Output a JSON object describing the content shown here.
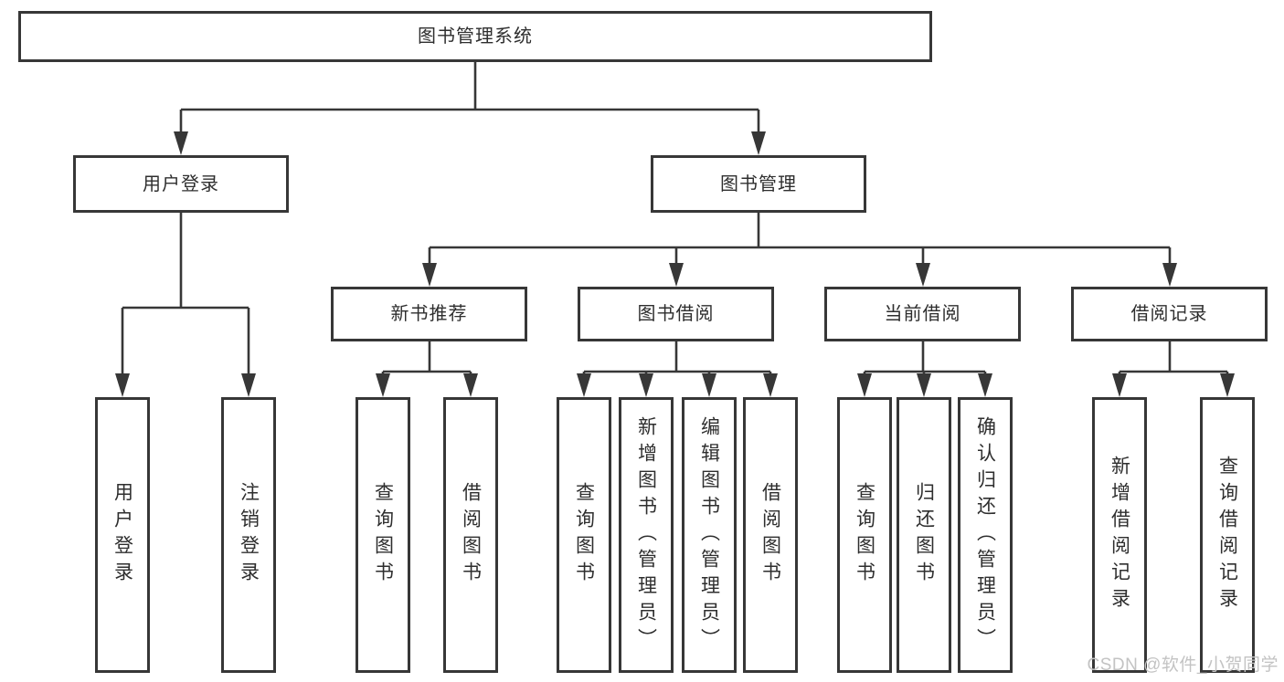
{
  "diagram": {
    "title_node": {
      "label": "图书管理系统"
    },
    "root": {
      "label": "图书管理系统"
    },
    "level2": [
      {
        "label": "用户登录"
      },
      {
        "label": "图书管理"
      }
    ],
    "level3": [
      {
        "label": "新书推荐"
      },
      {
        "label": "图书借阅"
      },
      {
        "label": "当前借阅"
      },
      {
        "label": "借阅记录"
      }
    ],
    "leaves": {
      "user_login": [
        {
          "label": "用户登录"
        },
        {
          "label": "注销登录"
        }
      ],
      "new_book_recommend": [
        {
          "label": "查询图书"
        },
        {
          "label": "借阅图书"
        }
      ],
      "book_borrow": [
        {
          "label": "查询图书"
        },
        {
          "label": "新增图书（管理员）"
        },
        {
          "label": "编辑图书（管理员）"
        },
        {
          "label": "借阅图书"
        }
      ],
      "current_borrow": [
        {
          "label": "查询图书"
        },
        {
          "label": "归还图书"
        },
        {
          "label": "确认归还（管理员）"
        }
      ],
      "borrow_records": [
        {
          "label": "新增借阅记录"
        },
        {
          "label": "查询借阅记录"
        }
      ]
    }
  },
  "watermark": "CSDN @软件_小贺同学",
  "colors": {
    "line": "#373737",
    "text": "#2e2e2e",
    "watermark": "#c3c3c3",
    "background": "#ffffff"
  }
}
